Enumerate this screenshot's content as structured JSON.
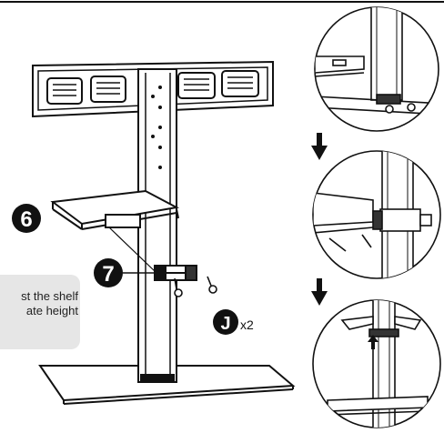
{
  "callouts": {
    "step_shelf": "6",
    "step_clamp": "7",
    "part_letter": "J",
    "part_qty": "x2"
  },
  "note": {
    "line1": "st the shelf",
    "line2": "ate height"
  }
}
